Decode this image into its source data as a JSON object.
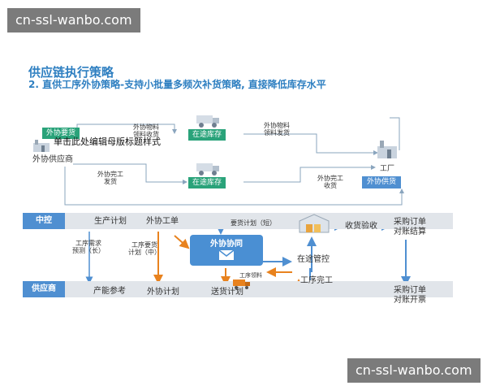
{
  "watermark": {
    "top": "cn-ssl-wanbo.com",
    "bottom": "cn-ssl-wanbo.com"
  },
  "title": "供应链执行策略",
  "subtitle": "2. 直供工序外协策略-支持小批量多频次补货策略, 直接降低库存水平",
  "nodes": {
    "supplier_request": "外协要货",
    "master_style": "单击此处编辑母版标题样式",
    "supplier": "外协供应商",
    "in_transit_1": "在途库存",
    "in_transit_2": "在途库存",
    "factory": "工厂",
    "supplier_supply": "外协供货",
    "material_issue_1": "外协物料\n领料收货",
    "material_issue_2": "外协物料\n领料发货",
    "completion_ship": "外协完工\n发货",
    "completion_receive": "外协完工\n收货"
  },
  "lanes": {
    "control": "中控",
    "supplier": "供应商"
  },
  "process": {
    "production_plan": "生产计划",
    "outsource_order": "外协工单",
    "demand_plan_short": "要货计划（短）",
    "receipt_inspection": "收货验收",
    "po_reconcile_settle": "采购订单\n对账结算",
    "process_demand_forecast": "工序需求\n预测（长）",
    "process_demand_plan": "工序要货\n计划（中）",
    "outsource_cooperation": "外协协同",
    "in_transit_control": "在途管控",
    "process_material": "工序领料",
    "process_completion": "工序完工",
    "capacity_reference": "产能参考",
    "outsource_plan": "外协计划",
    "delivery_plan": "送货计划",
    "po_reconcile_invoice": "采购订单\n对账开票"
  },
  "colors": {
    "blue": "#2e7fc1",
    "green": "#2aa37a",
    "orange": "#e8821e",
    "lane": "#e1e5ea"
  },
  "icons": [
    "factory-icon",
    "truck-icon",
    "warehouse-icon",
    "envelope-icon",
    "delivery-truck-icon"
  ]
}
